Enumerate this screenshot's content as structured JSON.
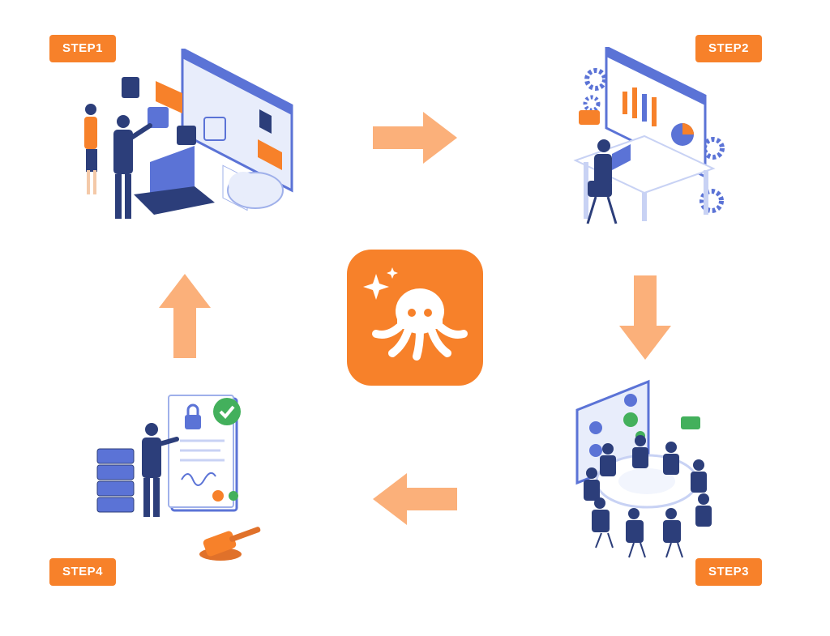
{
  "steps": [
    {
      "label": "STEP1",
      "illustration_icon": "data-collection-illustration"
    },
    {
      "label": "STEP2",
      "illustration_icon": "analysis-dashboard-illustration"
    },
    {
      "label": "STEP3",
      "illustration_icon": "team-meeting-illustration"
    },
    {
      "label": "STEP4",
      "illustration_icon": "contract-approval-illustration"
    }
  ],
  "center_logo_icon": "octopus-logo-icon",
  "colors": {
    "accent": "#f7812a",
    "arrow": "#fbb07a",
    "navy": "#2c3e7a",
    "blue": "#5b73d6",
    "screen": "#e8edfb",
    "green": "#43b05c"
  }
}
